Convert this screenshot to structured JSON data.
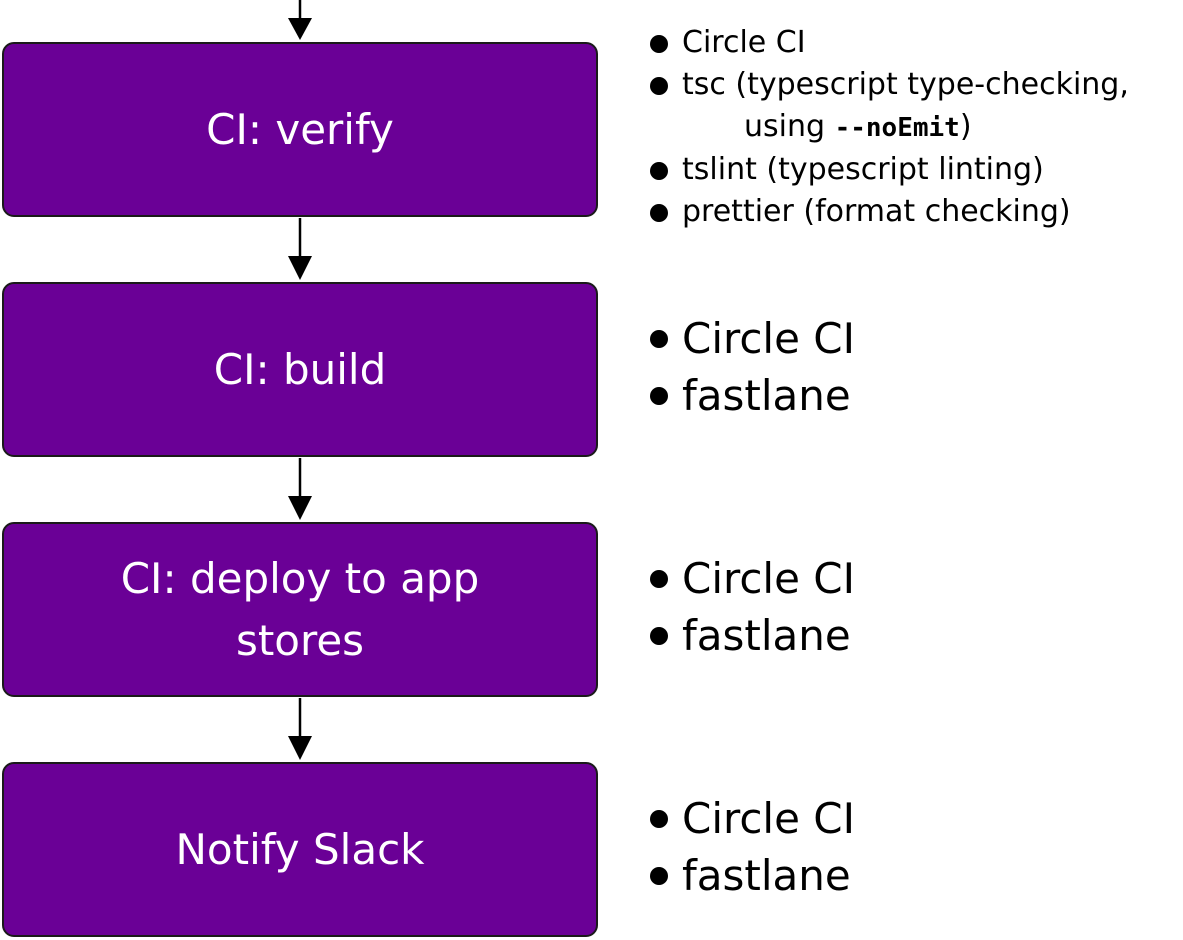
{
  "stages": [
    {
      "label": "CI: verify"
    },
    {
      "label": "CI: build"
    },
    {
      "label": "CI: deploy to app stores"
    },
    {
      "label": "Notify Slack"
    }
  ],
  "verify_notes": {
    "item1": "Circle CI",
    "item2_text": "tsc (typescript type-checking,",
    "item2_cont_pre": "using ",
    "item2_code": "--noEmit",
    "item2_cont_post": ")",
    "item3": "tslint (typescript linting)",
    "item4": "prettier (format checking)"
  },
  "build_notes": [
    "Circle CI",
    "fastlane"
  ],
  "deploy_notes": [
    "Circle CI",
    "fastlane"
  ],
  "notify_notes": [
    "Circle CI",
    "fastlane"
  ],
  "colors": {
    "stage_fill": "#6a0096",
    "stage_border": "#1a1a1a",
    "arrow": "#000000"
  }
}
